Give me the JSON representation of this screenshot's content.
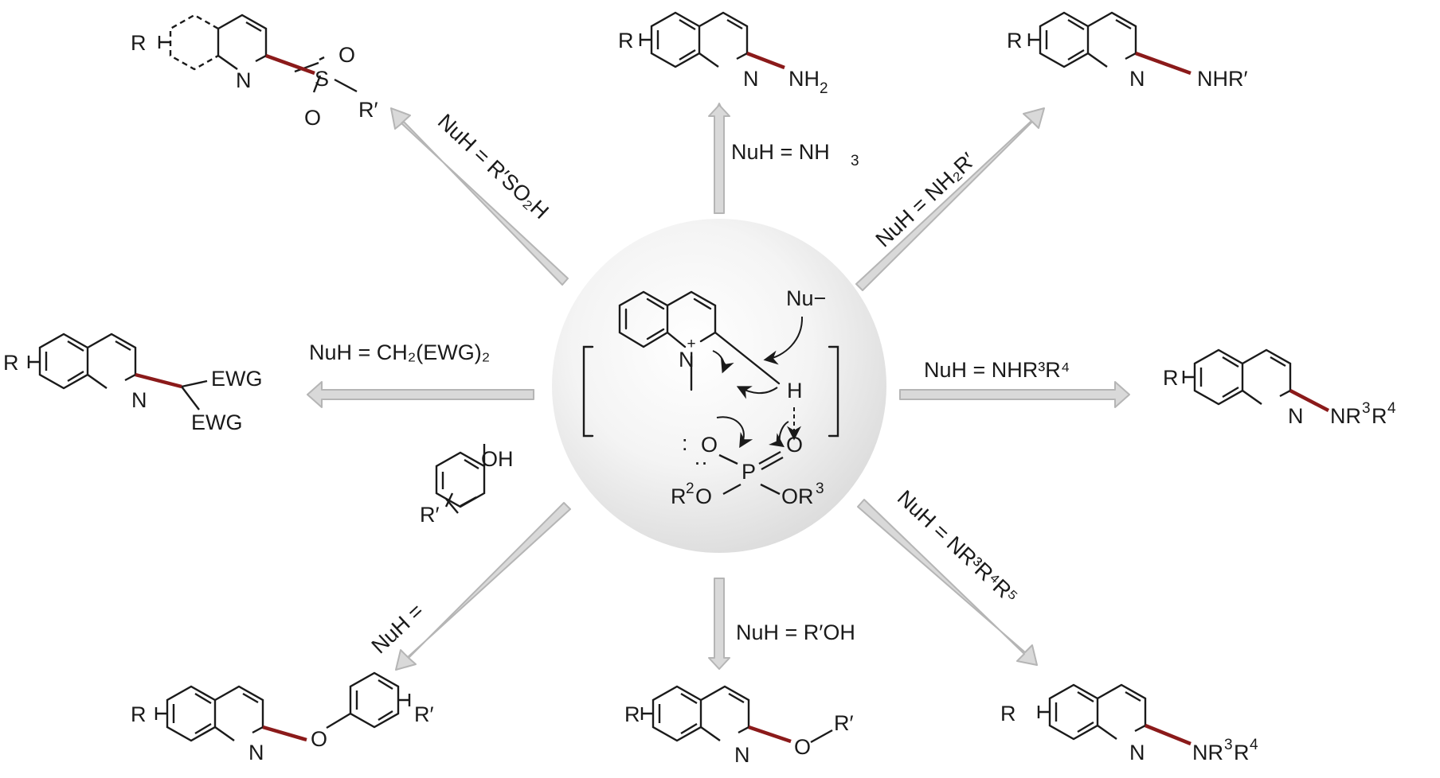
{
  "center": {
    "nu": "Nu−",
    "plus": "+",
    "n": "N",
    "h": "H",
    "o_left": "O",
    "o_right": "O",
    "p": "P",
    "r2o_r": "R",
    "r2o_sup": "2",
    "r2o_o": "O",
    "or3_or": "OR",
    "or3_sup": "3",
    "lone_pair": ":",
    "lone_pair2": "··"
  },
  "conditions": {
    "top_left": "NuH = R′SO₂H",
    "top": {
      "a": "NuH = NH",
      "sub": "3"
    },
    "top_right": "NuH = NH₂R′",
    "left": "NuH = CH₂(EWG)₂",
    "right": "NuH = NHR³R⁴",
    "bottom_left": "NuH =",
    "bottom": "NuH = R′OH",
    "bottom_right": "NuH = NR³R⁴R⁵"
  },
  "products": {
    "top_left": {
      "r": "R",
      "n": "N",
      "s": "S",
      "o1": "O",
      "o2": "O",
      "rp": "R′"
    },
    "top": {
      "r": "R",
      "n": "N",
      "nh": "NH",
      "nh_sub": "2"
    },
    "top_right": {
      "r": "R",
      "n": "N",
      "g": "NHR′"
    },
    "left": {
      "r": "R",
      "n": "N",
      "ewg1": "EWG",
      "ewg2": "EWG"
    },
    "right": {
      "r": "R",
      "n": "N",
      "g": "NR",
      "s1": "3",
      "g2": "R",
      "s2": "4"
    },
    "bottom_left": {
      "r": "R",
      "n": "N",
      "o": "O",
      "rp": "R′"
    },
    "bottom": {
      "r": "R",
      "n": "N",
      "o": "O",
      "rp": "R′"
    },
    "bottom_right": {
      "r": "R",
      "n": "N",
      "g": "NR",
      "s1": "3",
      "g2": "R",
      "s2": "4"
    }
  },
  "phenol": {
    "oh": "OH",
    "rp": "R′"
  },
  "colors": {
    "bond_highlight": "#8b1a1a",
    "arrow_fill": "#d9d9d9",
    "arrow_stroke": "#b5b5b5",
    "sphere": "#ececec"
  }
}
